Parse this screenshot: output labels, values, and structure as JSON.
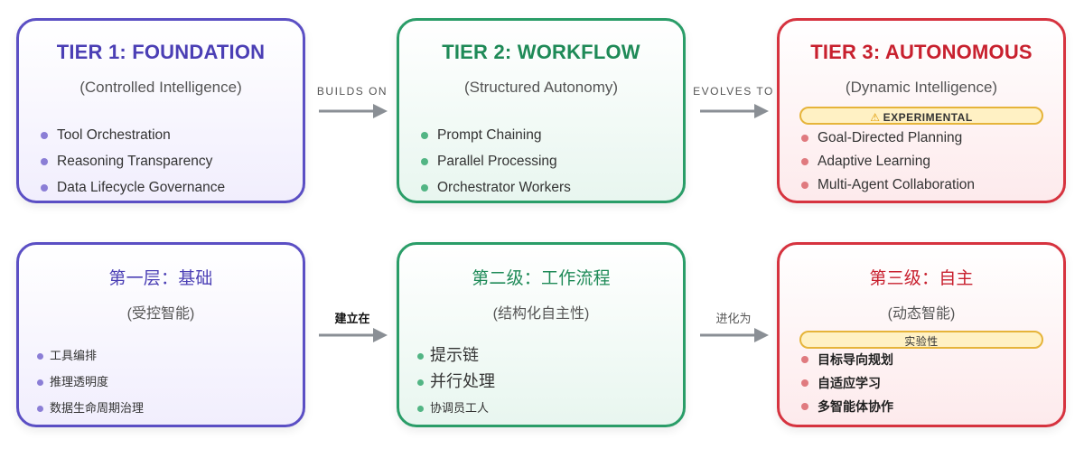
{
  "colors": {
    "tier1": "#5b4fc4",
    "tier2": "#2a9d68",
    "tier3": "#d6333f",
    "badge": "#fff1c4",
    "arrow": "#8a8f95"
  },
  "row_en": {
    "tier1": {
      "title": "TIER 1: FOUNDATION",
      "subtitle": "(Controlled Intelligence)",
      "items": [
        "Tool Orchestration",
        "Reasoning Transparency",
        "Data Lifecycle Governance"
      ]
    },
    "arrow1": "BUILDS ON",
    "tier2": {
      "title": "TIER 2: WORKFLOW",
      "subtitle": "(Structured Autonomy)",
      "items": [
        "Prompt Chaining",
        "Parallel Processing",
        "Orchestrator Workers"
      ]
    },
    "arrow2": "EVOLVES TO",
    "tier3": {
      "title": "TIER 3: AUTONOMOUS",
      "subtitle": "(Dynamic Intelligence)",
      "badge": "EXPERIMENTAL",
      "badge_icon": "warning-icon",
      "items": [
        "Goal-Directed Planning",
        "Adaptive Learning",
        "Multi-Agent Collaboration"
      ]
    }
  },
  "row_zh": {
    "tier1": {
      "title": "第一层：基础",
      "subtitle": "(受控智能)",
      "items": [
        "工具编排",
        "推理透明度",
        "数据生命周期治理"
      ]
    },
    "arrow1": "建立在",
    "tier2": {
      "title": "第二级：工作流程",
      "subtitle": "(结构化自主性)",
      "items": [
        "提示链",
        "并行处理",
        "协调员工人"
      ]
    },
    "arrow2": "进化为",
    "tier3": {
      "title": "第三级：自主",
      "subtitle": "(动态智能)",
      "badge": "实验性",
      "items": [
        "目标导向规划",
        "自适应学习",
        "多智能体协作"
      ]
    }
  }
}
